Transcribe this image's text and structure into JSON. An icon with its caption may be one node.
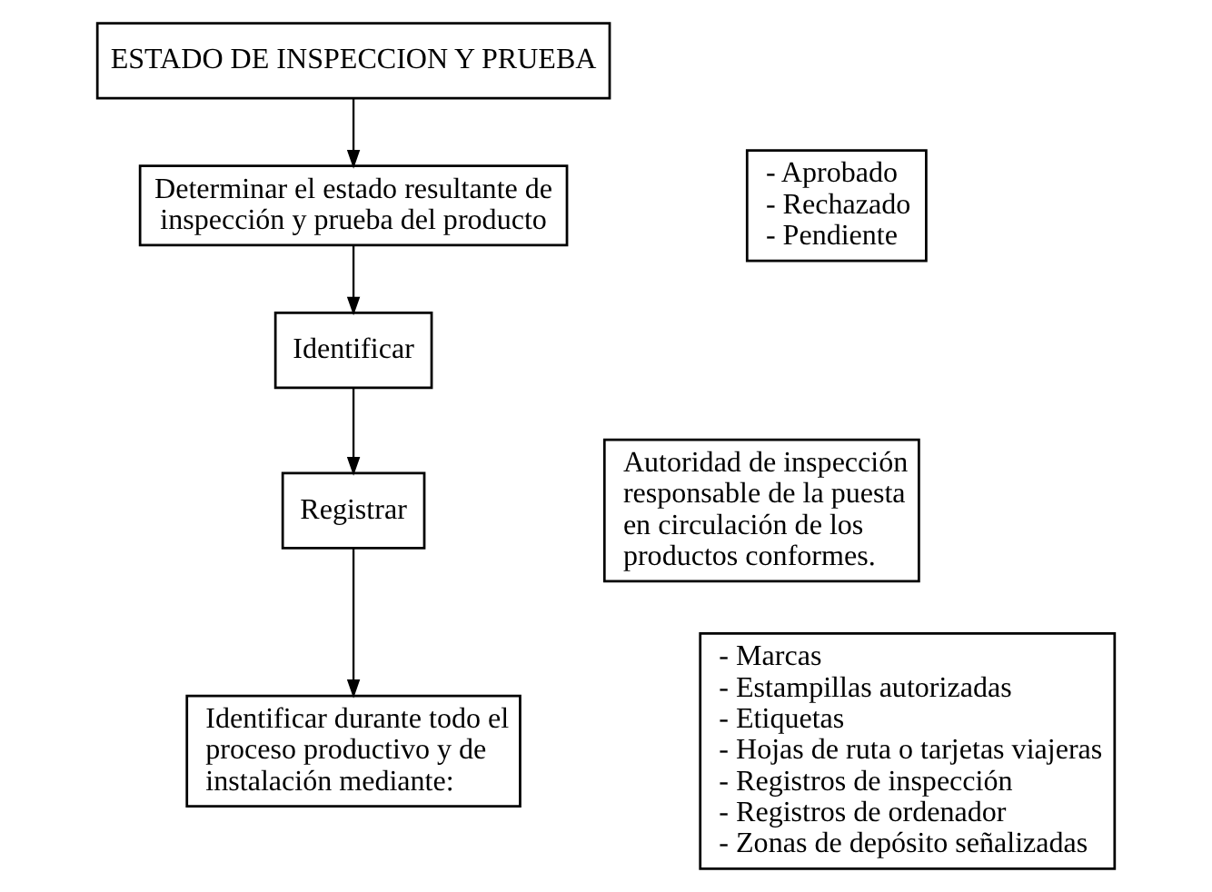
{
  "diagram": {
    "nodes": [
      {
        "text": [
          "ESTADO DE INSPECCION Y PRUEBA"
        ]
      },
      {
        "text": [
          "Determinar el estado resultante de inspección y prueba del producto"
        ]
      },
      {
        "text": [
          "Identificar"
        ]
      },
      {
        "text": [
          "Registrar"
        ]
      },
      {
        "text": [
          "Identificar durante todo el proceso productivo y de instalación mediante:"
        ]
      },
      {
        "text": [
          "- Aprobado",
          "- Rechazado",
          "- Pendiente"
        ]
      },
      {
        "text": [
          "Autoridad de inspección responsable de la puesta en circulación de los productos conformes."
        ]
      },
      {
        "text": [
          "- Marcas",
          "- Estampillas autorizadas",
          "- Etiquetas",
          "- Hojas de ruta o tarjetas viajeras",
          "- Registros de inspección",
          "- Registros de ordenador",
          "- Zonas de depósito señalizadas"
        ]
      }
    ],
    "edges": [
      {
        "from": 0,
        "to": 1,
        "arrow": "to"
      },
      {
        "from": 1,
        "to": 2,
        "arrow": "to"
      },
      {
        "from": 2,
        "to": 3,
        "arrow": "to"
      },
      {
        "from": 3,
        "to": 4,
        "arrow": "to"
      }
    ]
  }
}
